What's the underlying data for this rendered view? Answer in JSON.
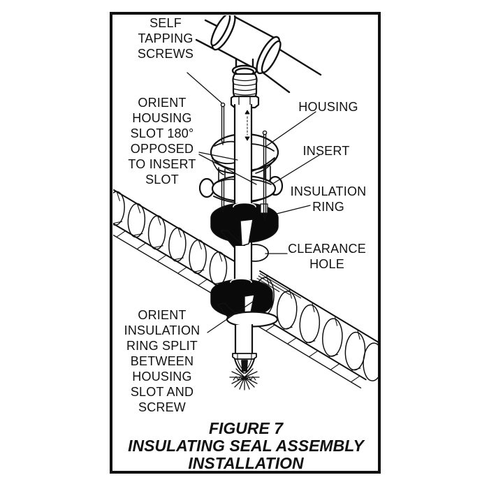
{
  "figure": {
    "caption": {
      "lines": [
        "FIGURE 7",
        "INSULATING SEAL ASSEMBLY",
        "INSTALLATION"
      ]
    }
  },
  "labels": {
    "self_tapping_screws": {
      "lines": [
        "SELF",
        "TAPPING",
        "SCREWS"
      ]
    },
    "orient_housing": {
      "lines": [
        "ORIENT",
        "HOUSING",
        "SLOT 180°",
        "OPPOSED",
        "TO INSERT",
        "SLOT"
      ]
    },
    "housing": {
      "text": "HOUSING"
    },
    "insert": {
      "text": "INSERT"
    },
    "insulation_ring": {
      "lines": [
        "INSULATION",
        "RING"
      ]
    },
    "clearance_hole": {
      "lines": [
        "CLEARANCE",
        "HOLE"
      ]
    },
    "orient_insulation_ring": {
      "lines": [
        "ORIENT",
        "INSULATION",
        "RING SPLIT",
        "BETWEEN",
        "HOUSING",
        "SLOT AND",
        "SCREW"
      ]
    }
  },
  "colors": {
    "line": "#111111",
    "ring_fill": "#0a0a0a",
    "background": "#ffffff"
  }
}
